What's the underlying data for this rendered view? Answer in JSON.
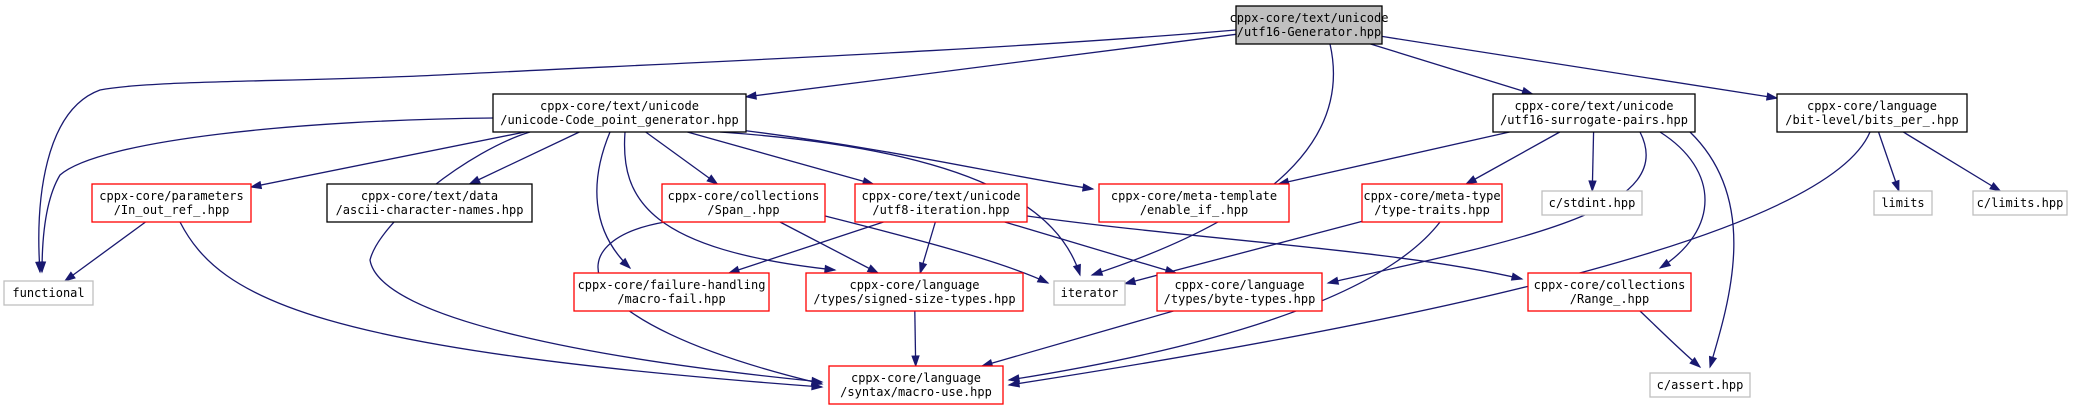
{
  "graph": {
    "colors": {
      "edge": "#191970",
      "root_fill": "#bfbfbf",
      "root_border": "#000000",
      "documented_border": "#000000",
      "incomplete_border": "#ff0000",
      "system_border": "#bfbfbf",
      "node_fill": "#ffffff"
    },
    "nodes": [
      {
        "id": "utf16gen",
        "kind": "root",
        "lines": [
          "cppx-core/text/unicode",
          "/utf16-Generator.hpp"
        ]
      },
      {
        "id": "cpgen",
        "kind": "documented",
        "lines": [
          "cppx-core/text/unicode",
          "/unicode-Code_point_generator.hpp"
        ]
      },
      {
        "id": "surrogate",
        "kind": "documented",
        "lines": [
          "cppx-core/text/unicode",
          "/utf16-surrogate-pairs.hpp"
        ]
      },
      {
        "id": "bitsper",
        "kind": "documented",
        "lines": [
          "cppx-core/language",
          "/bit-level/bits_per_.hpp"
        ]
      },
      {
        "id": "inoutref",
        "kind": "incomplete",
        "lines": [
          "cppx-core/parameters",
          "/In_out_ref_.hpp"
        ]
      },
      {
        "id": "asciinames",
        "kind": "documented",
        "lines": [
          "cppx-core/text/data",
          "/ascii-character-names.hpp"
        ]
      },
      {
        "id": "span",
        "kind": "incomplete",
        "lines": [
          "cppx-core/collections",
          "/Span_.hpp"
        ]
      },
      {
        "id": "utf8iter",
        "kind": "incomplete",
        "lines": [
          "cppx-core/text/unicode",
          "/utf8-iteration.hpp"
        ]
      },
      {
        "id": "enableif",
        "kind": "incomplete",
        "lines": [
          "cppx-core/meta-template",
          "/enable_if_.hpp"
        ]
      },
      {
        "id": "typetraits",
        "kind": "incomplete",
        "lines": [
          "cppx-core/meta-type",
          "/type-traits.hpp"
        ]
      },
      {
        "id": "cstdint",
        "kind": "system",
        "lines": [
          "c/stdint.hpp"
        ]
      },
      {
        "id": "limits",
        "kind": "system",
        "lines": [
          "limits"
        ]
      },
      {
        "id": "climits",
        "kind": "system",
        "lines": [
          "c/limits.hpp"
        ]
      },
      {
        "id": "functional",
        "kind": "system",
        "lines": [
          "functional"
        ]
      },
      {
        "id": "macrofail",
        "kind": "incomplete",
        "lines": [
          "cppx-core/failure-handling",
          "/macro-fail.hpp"
        ]
      },
      {
        "id": "signedsize",
        "kind": "incomplete",
        "lines": [
          "cppx-core/language",
          "/types/signed-size-types.hpp"
        ]
      },
      {
        "id": "iterator",
        "kind": "system",
        "lines": [
          "iterator"
        ]
      },
      {
        "id": "bytetypes",
        "kind": "incomplete",
        "lines": [
          "cppx-core/language",
          "/types/byte-types.hpp"
        ]
      },
      {
        "id": "range",
        "kind": "incomplete",
        "lines": [
          "cppx-core/collections",
          "/Range_.hpp"
        ]
      },
      {
        "id": "macrouse",
        "kind": "incomplete",
        "lines": [
          "cppx-core/language",
          "/syntax/macro-use.hpp"
        ]
      },
      {
        "id": "cassert",
        "kind": "system",
        "lines": [
          "c/assert.hpp"
        ]
      }
    ],
    "edges": [
      {
        "from": "utf16gen",
        "to": "functional"
      },
      {
        "from": "utf16gen",
        "to": "cpgen"
      },
      {
        "from": "utf16gen",
        "to": "iterator"
      },
      {
        "from": "utf16gen",
        "to": "surrogate"
      },
      {
        "from": "utf16gen",
        "to": "bitsper"
      },
      {
        "from": "cpgen",
        "to": "functional"
      },
      {
        "from": "cpgen",
        "to": "inoutref"
      },
      {
        "from": "cpgen",
        "to": "asciinames"
      },
      {
        "from": "cpgen",
        "to": "macrouse"
      },
      {
        "from": "cpgen",
        "to": "macrofail"
      },
      {
        "from": "cpgen",
        "to": "signedsize"
      },
      {
        "from": "cpgen",
        "to": "span"
      },
      {
        "from": "cpgen",
        "to": "utf8iter"
      },
      {
        "from": "cpgen",
        "to": "iterator"
      },
      {
        "from": "cpgen",
        "to": "enableif"
      },
      {
        "from": "surrogate",
        "to": "enableif"
      },
      {
        "from": "surrogate",
        "to": "typetraits"
      },
      {
        "from": "surrogate",
        "to": "cstdint"
      },
      {
        "from": "surrogate",
        "to": "bytetypes"
      },
      {
        "from": "surrogate",
        "to": "range"
      },
      {
        "from": "surrogate",
        "to": "cassert"
      },
      {
        "from": "bitsper",
        "to": "macrouse"
      },
      {
        "from": "bitsper",
        "to": "limits"
      },
      {
        "from": "bitsper",
        "to": "climits"
      },
      {
        "from": "inoutref",
        "to": "functional"
      },
      {
        "from": "inoutref",
        "to": "macrouse"
      },
      {
        "from": "span",
        "to": "macrouse"
      },
      {
        "from": "span",
        "to": "signedsize"
      },
      {
        "from": "span",
        "to": "iterator"
      },
      {
        "from": "utf8iter",
        "to": "macrofail"
      },
      {
        "from": "utf8iter",
        "to": "signedsize"
      },
      {
        "from": "utf8iter",
        "to": "bytetypes"
      },
      {
        "from": "utf8iter",
        "to": "range"
      },
      {
        "from": "typetraits",
        "to": "iterator"
      },
      {
        "from": "typetraits",
        "to": "macrouse"
      },
      {
        "from": "signedsize",
        "to": "macrouse"
      },
      {
        "from": "bytetypes",
        "to": "macrouse"
      },
      {
        "from": "range",
        "to": "cassert"
      }
    ]
  }
}
